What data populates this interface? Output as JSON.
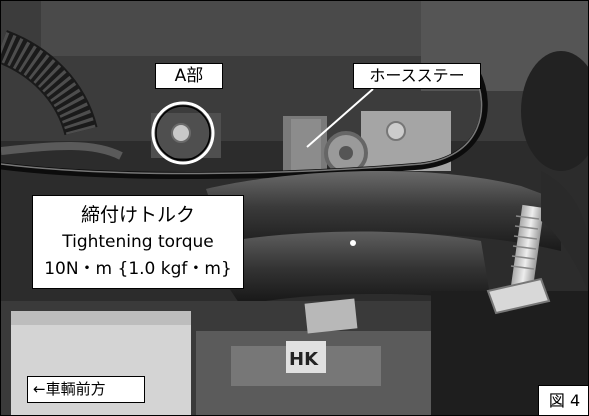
{
  "callouts": {
    "part_a": "A部",
    "hose_stay": "ホースステー"
  },
  "torque_box": {
    "line_ja": "締付けトルク",
    "line_en": "Tightening torque",
    "value": "10N・m {1.0 kgf・m}"
  },
  "direction_label": "←車輌前方",
  "figure_label": "図 4",
  "colors": {
    "highlight_circle": "#ffffff",
    "leader_line": "#ffffff"
  }
}
